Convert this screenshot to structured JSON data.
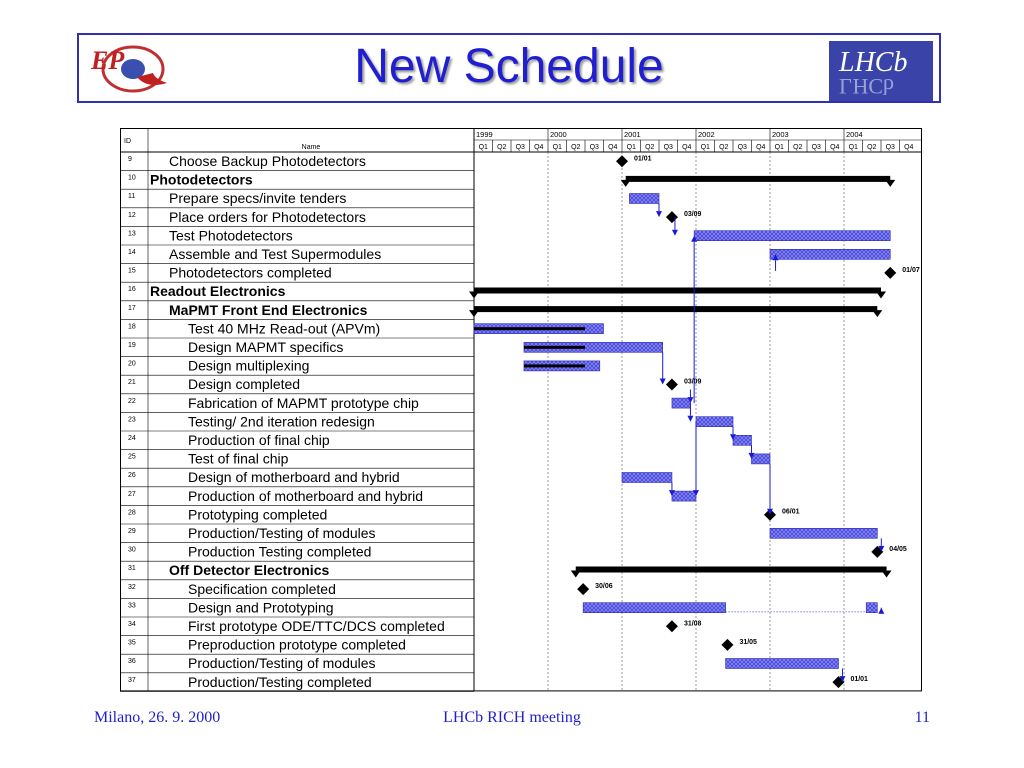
{
  "slide": {
    "title": "New Schedule",
    "logo_left_text": "EP",
    "logo_right_text": "LHCb"
  },
  "footer": {
    "left": "Milano, 26. 9. 2000",
    "center": "LHCb RICH meeting",
    "right": "11"
  },
  "gantt": {
    "col_id": "ID",
    "col_name": "Name",
    "years": [
      "1999",
      "2000",
      "2001",
      "2002",
      "2003",
      "2004"
    ],
    "quarters": [
      "Q1",
      "Q2",
      "Q3",
      "Q4"
    ],
    "colors": {
      "bar": "#4a4ae0",
      "summary": "#000000",
      "arrow": "#1a1ad6"
    },
    "tasks": [
      {
        "id": "9",
        "name": "Choose Backup Photodetectors",
        "indent": 1,
        "bold": false,
        "milestone": 8.0,
        "label": "01/01"
      },
      {
        "id": "10",
        "name": "Photodetectors",
        "indent": 0,
        "bold": true,
        "summary": [
          8.2,
          22.5
        ]
      },
      {
        "id": "11",
        "name": "Prepare specs/invite tenders",
        "indent": 1,
        "bold": false,
        "bars": [
          [
            8.4,
            10.0
          ]
        ]
      },
      {
        "id": "12",
        "name": "Place  orders for Photodetectors",
        "indent": 1,
        "bold": false,
        "milestone": 10.7,
        "label": "03/09"
      },
      {
        "id": "13",
        "name": "Test Photodetectors",
        "indent": 1,
        "bold": false,
        "bars": [
          [
            11.9,
            22.5
          ]
        ]
      },
      {
        "id": "14",
        "name": "Assemble and Test Supermodules",
        "indent": 1,
        "bold": false,
        "bars": [
          [
            16.0,
            22.5
          ]
        ]
      },
      {
        "id": "15",
        "name": "Photodetectors completed",
        "indent": 1,
        "bold": false,
        "milestone": 22.5,
        "label": "01/07"
      },
      {
        "id": "16",
        "name": "Readout Electronics",
        "indent": 0,
        "bold": true,
        "summary": [
          0.0,
          22.0
        ]
      },
      {
        "id": "17",
        "name": "MaPMT Front End Electronics",
        "indent": 1,
        "bold": true,
        "summary": [
          0.0,
          21.8
        ]
      },
      {
        "id": "18",
        "name": "Test 40 MHz Read-out (APVm)",
        "indent": 2,
        "bold": false,
        "bars": [
          [
            0.0,
            7.0
          ]
        ],
        "progress": [
          0.0,
          6.0
        ]
      },
      {
        "id": "19",
        "name": "Design MAPMT specifics",
        "indent": 2,
        "bold": false,
        "bars": [
          [
            2.7,
            10.2
          ]
        ],
        "progress": [
          2.7,
          6.0
        ]
      },
      {
        "id": "20",
        "name": "Design multiplexing",
        "indent": 2,
        "bold": false,
        "bars": [
          [
            2.7,
            6.8
          ]
        ],
        "progress": [
          2.7,
          6.0
        ]
      },
      {
        "id": "21",
        "name": "Design completed",
        "indent": 2,
        "bold": false,
        "milestone": 10.7,
        "label": "03/09"
      },
      {
        "id": "22",
        "name": "Fabrication of MAPMT prototype chip",
        "indent": 2,
        "bold": false,
        "bars": [
          [
            10.7,
            11.7
          ]
        ]
      },
      {
        "id": "23",
        "name": "Testing/ 2nd iteration redesign",
        "indent": 2,
        "bold": false,
        "bars": [
          [
            12.0,
            14.0
          ]
        ]
      },
      {
        "id": "24",
        "name": "Production of final chip",
        "indent": 2,
        "bold": false,
        "bars": [
          [
            14.0,
            15.0
          ]
        ]
      },
      {
        "id": "25",
        "name": "Test of final chip",
        "indent": 2,
        "bold": false,
        "bars": [
          [
            15.0,
            16.0
          ]
        ]
      },
      {
        "id": "26",
        "name": "Design of motherboard and hybrid",
        "indent": 2,
        "bold": false,
        "bars": [
          [
            8.0,
            10.7
          ]
        ]
      },
      {
        "id": "27",
        "name": "Production of motherboard and hybrid",
        "indent": 2,
        "bold": false,
        "bars": [
          [
            10.7,
            12.0
          ]
        ]
      },
      {
        "id": "28",
        "name": "Prototyping completed",
        "indent": 2,
        "bold": false,
        "milestone": 16.0,
        "label": "06/01"
      },
      {
        "id": "29",
        "name": "Production/Testing of modules",
        "indent": 2,
        "bold": false,
        "bars": [
          [
            16.0,
            21.8
          ]
        ]
      },
      {
        "id": "30",
        "name": "Production Testing completed",
        "indent": 2,
        "bold": false,
        "milestone": 21.8,
        "label": "04/05"
      },
      {
        "id": "31",
        "name": "Off Detector Electronics",
        "indent": 1,
        "bold": true,
        "summary": [
          5.5,
          22.3
        ]
      },
      {
        "id": "32",
        "name": "Specification completed",
        "indent": 2,
        "bold": false,
        "milestone": 5.9,
        "label": "30/06"
      },
      {
        "id": "33",
        "name": "Design and Prototyping",
        "indent": 2,
        "bold": false,
        "bars": [
          [
            5.9,
            13.6
          ],
          [
            21.2,
            21.8
          ]
        ],
        "link": [
          13.6,
          21.2
        ]
      },
      {
        "id": "34",
        "name": "First prototype ODE/TTC/DCS completed",
        "indent": 2,
        "bold": false,
        "milestone": 10.7,
        "label": "31/08"
      },
      {
        "id": "35",
        "name": "Preproduction prototype completed",
        "indent": 2,
        "bold": false,
        "milestone": 13.7,
        "label": "31/05"
      },
      {
        "id": "36",
        "name": "Production/Testing of modules",
        "indent": 2,
        "bold": false,
        "bars": [
          [
            13.6,
            19.7
          ]
        ]
      },
      {
        "id": "37",
        "name": "Production/Testing completed",
        "indent": 2,
        "bold": false,
        "milestone": 19.7,
        "label": "01/01"
      }
    ]
  }
}
